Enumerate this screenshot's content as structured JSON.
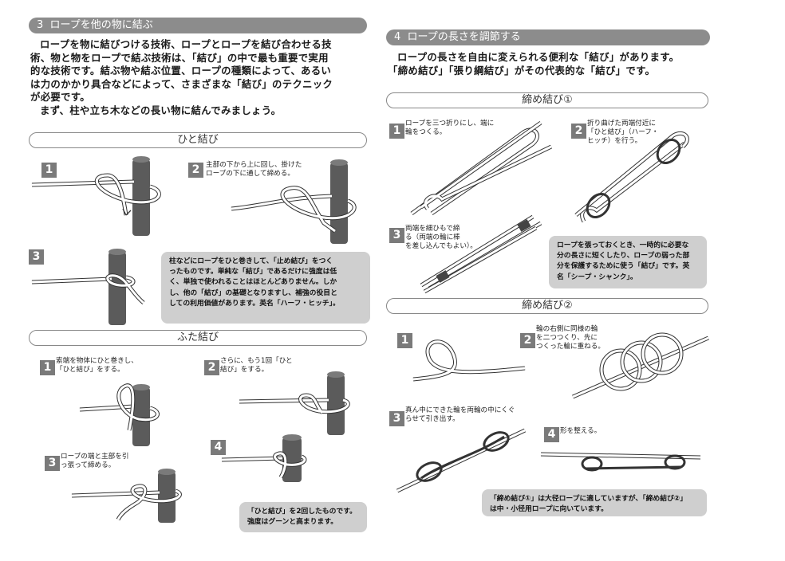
{
  "left": {
    "section3": {
      "number": "3",
      "title": "ロープを他の物に結ぶ"
    },
    "intro": [
      "ロープを物に結びつける技術、ロープとロープを結び合わせる技",
      "術、物と物をロープで結ぶ技術は、「結び」の中で最も重要で実用",
      "的な技術です。結ぶ物や結ぶ位置、ロープの種類によって、あるい",
      "は力のかかり具合などによって、さまざまな「結び」のテクニック",
      "が必要です。",
      "まず、柱や立ち木などの長い物に結んでみましょう。"
    ],
    "hitomusubi": {
      "title": "ひと結び",
      "steps": [
        {
          "num": "1",
          "text": ""
        },
        {
          "num": "2",
          "text": "主部の下から上に回し、掛けた\nロープの下に通して締める。"
        },
        {
          "num": "3",
          "text": ""
        }
      ],
      "note": "柱などにロープをひと巻きして、「止め結び」をつく\nったものです。単純な「結び」であるだけに強度は低\nく、単独で使われることはほとんどありません。しか\nし、他の「結び」の基礎となりますし、補強の役目と\nしての利用価値があります。英名「ハーフ・ヒッチ」。"
    },
    "futamusubi": {
      "title": "ふた結び",
      "steps": [
        {
          "num": "1",
          "text": "索端を物体にひと巻きし、\n「ひと結び」をする。"
        },
        {
          "num": "2",
          "text": "さらに、もう1回「ひと\n結び」をする。"
        },
        {
          "num": "3",
          "text": "ロープの端と主部を引\nっ張って締める。"
        },
        {
          "num": "4",
          "text": ""
        }
      ],
      "note": "「ひと結び」を2回したものです。\n強度はグーンと高まります。"
    }
  },
  "right": {
    "section4": {
      "number": "4",
      "title": "ロープの長さを調節する"
    },
    "intro": [
      "ロープの長さを自由に変えられる便利な「結び」があります。",
      "「締め結び」「張り綱結び」がその代表的な「結び」です。"
    ],
    "shime1": {
      "title": "締め結び①",
      "steps": [
        {
          "num": "1",
          "text": "ロープを三つ折りにし、端に\n輪をつくる。"
        },
        {
          "num": "2",
          "text": "折り曲げた両端付近に\n「ひと結び」（ハーフ・\nヒッチ）を行う。"
        },
        {
          "num": "3",
          "text": "両端を細ひもで締\nる（両端の輪に棒\nを差し込んでもよい）。"
        }
      ],
      "note": "ロープを張っておくとき、一時的に必要な\n分の長さに短くしたり、ロープの弱った部\n分を保護するために使う「結び」です。英\n名「シープ・シャンク」。"
    },
    "shime2": {
      "title": "締め結び②",
      "steps": [
        {
          "num": "1",
          "text": ""
        },
        {
          "num": "2",
          "text": "輪の右側に同様の輪\nを二つつくり、先に\nつくった輪に重ねる。"
        },
        {
          "num": "3",
          "text": "真ん中にできた輪を両輪の中にくぐ\nらせて引き出す。"
        },
        {
          "num": "4",
          "text": "形を整える。"
        }
      ],
      "note": "「締め結び①」は大径ロープに適していますが、「締め結び②」\nは中・小径用ロープに向いています。"
    }
  },
  "colors": {
    "header": "#8c8c8c",
    "note": "#cfcfcf",
    "post": "#5b5b5b",
    "rope": "#ffffff"
  }
}
